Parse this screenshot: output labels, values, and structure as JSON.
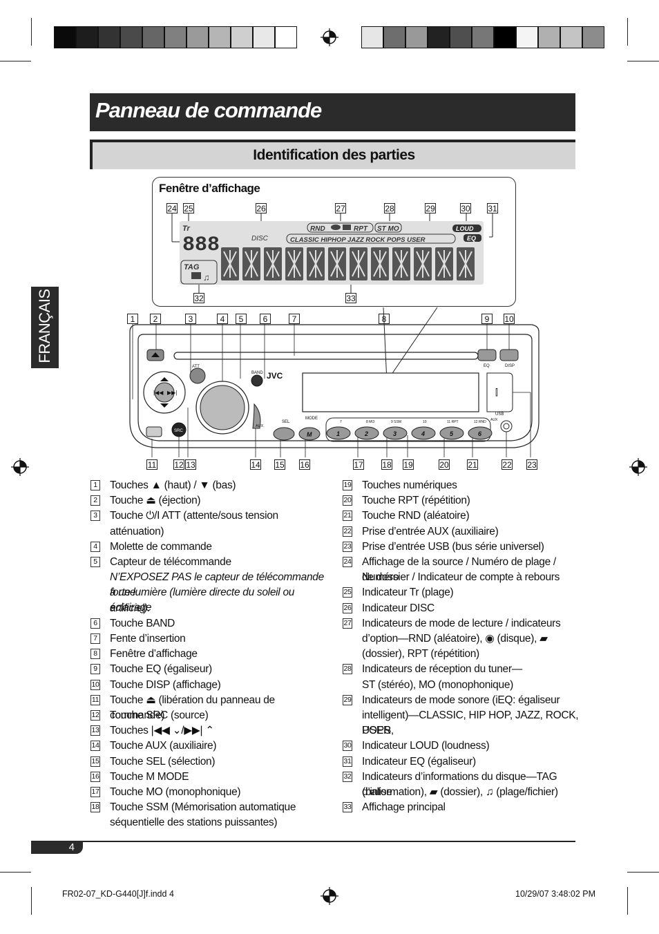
{
  "header": {
    "title": "Panneau de commande",
    "section": "Identification des parties",
    "side_tab": "FRANÇAIS"
  },
  "display_window": {
    "caption": "Fenêtre d’affichage",
    "callouts_top": [
      "24",
      "25",
      "26",
      "27",
      "28",
      "29",
      "30",
      "31"
    ],
    "callouts_bottom": [
      "32",
      "33"
    ],
    "lcd": {
      "tr": "Tr",
      "digits": "888",
      "disc": "DISC",
      "mode_row": "RND",
      "rpt": "RPT",
      "stmo": "ST MO",
      "loud": "LOUD",
      "eq": "EQ",
      "eq_modes": "CLASSIC HIPHOP JAZZ ROCK POPS USER",
      "tag": "TAG"
    }
  },
  "panel": {
    "callouts_top": [
      "1",
      "2",
      "3",
      "4",
      "5",
      "6",
      "7",
      "8",
      "9",
      "10"
    ],
    "callouts_bottom": [
      "11",
      "12",
      "13",
      "14",
      "15",
      "16",
      "17",
      "18",
      "19",
      "20",
      "21",
      "22",
      "23"
    ],
    "labels": {
      "att": "ATT",
      "band": "BAND",
      "brand": "JVC",
      "eq": "EQ",
      "disp": "DISP",
      "usb": "USB",
      "aux": "AUX",
      "sel": "SEL",
      "mode": "MODE",
      "src": "SRC",
      "m": "M",
      "numbers": [
        "1",
        "2",
        "3",
        "4",
        "5",
        "6"
      ],
      "number_subs": [
        "7",
        "8 MO",
        "9 SSM",
        "10",
        "11 RPT",
        "12 RND"
      ]
    }
  },
  "parts_left": [
    {
      "n": "1",
      "text": "Touches ▲ (haut) / ▼ (bas)"
    },
    {
      "n": "2",
      "text": "Touche ⏏ (éjection)"
    },
    {
      "n": "3",
      "text": "Touche  ⏻/I ATT (attente/sous tension"
    },
    {
      "n": "",
      "text": "atténuation)"
    },
    {
      "n": "4",
      "text": "Molette de commande"
    },
    {
      "n": "5",
      "text": "Capteur de télécommande"
    },
    {
      "n": "",
      "text": "N’EXPOSEZ PAS le capteur de télécommande à une",
      "italic": true
    },
    {
      "n": "",
      "text": "forte lumière (lumière directe du soleil ou éclairage",
      "italic": true
    },
    {
      "n": "",
      "text": "artificiel).",
      "italic": true
    },
    {
      "n": "6",
      "text": "Touche BAND"
    },
    {
      "n": "7",
      "text": "Fente d’insertion"
    },
    {
      "n": "8",
      "text": "Fenêtre d’affichage"
    },
    {
      "n": "9",
      "text": "Touche EQ (égaliseur)"
    },
    {
      "n": "10",
      "text": "Touche DISP (affichage)"
    },
    {
      "n": "11",
      "text": "Touche ⏏ (libération du panneau de commande)"
    },
    {
      "n": "12",
      "text": "Touche SRC (source)"
    },
    {
      "n": "13",
      "text": "Touches |◀◀ ⌄/▶▶| ⌃"
    },
    {
      "n": "14",
      "text": "Touche AUX (auxiliaire)"
    },
    {
      "n": "15",
      "text": "Touche SEL (sélection)"
    },
    {
      "n": "16",
      "text": "Touche M MODE"
    },
    {
      "n": "17",
      "text": "Touche MO (monophonique)"
    },
    {
      "n": "18",
      "text": "Touche SSM (Mémorisation automatique"
    },
    {
      "n": "",
      "text": "séquentielle des stations puissantes)"
    }
  ],
  "parts_right": [
    {
      "n": "19",
      "text": "Touches numériques"
    },
    {
      "n": "20",
      "text": "Touche RPT (répétition)"
    },
    {
      "n": "21",
      "text": "Touche RND (aléatoire)"
    },
    {
      "n": "22",
      "text": "Prise d’entrée AUX (auxiliaire)"
    },
    {
      "n": "23",
      "text": "Prise d’entrée USB (bus série universel)"
    },
    {
      "n": "24",
      "text": "Affichage de la source / Numéro de plage / Numéro"
    },
    {
      "n": "",
      "text": "de dossier / Indicateur de compte à rebours"
    },
    {
      "n": "25",
      "text": "Indicateur Tr (plage)"
    },
    {
      "n": "26",
      "text": "Indicateur DISC"
    },
    {
      "n": "27",
      "text": "Indicateurs de mode de lecture / indicateurs"
    },
    {
      "n": "",
      "text": "d’option—RND (aléatoire), ◉ (disque), ▰"
    },
    {
      "n": "",
      "text": "(dossier), RPT (répétition)"
    },
    {
      "n": "28",
      "text": "Indicateurs de réception du tuner—"
    },
    {
      "n": "",
      "text": "ST (stéréo), MO (monophonique)"
    },
    {
      "n": "29",
      "text": "Indicateurs de mode sonore (iEQ: égaliseur"
    },
    {
      "n": "",
      "text": "intelligent)—CLASSIC, HIP HOP, JAZZ, ROCK, POPS,"
    },
    {
      "n": "",
      "text": "USER"
    },
    {
      "n": "30",
      "text": "Indicateur LOUD (loudness)"
    },
    {
      "n": "31",
      "text": "Indicateur EQ (égaliseur)"
    },
    {
      "n": "32",
      "text": "Indicateurs d’informations du disque—TAG (balise"
    },
    {
      "n": "",
      "text": "d’information), ▰ (dossier), ♫ (plage/fichier)"
    },
    {
      "n": "33",
      "text": "Affichage principal"
    }
  ],
  "footer": {
    "page_number": "4",
    "slug_left": "FR02-07_KD-G440[J]f.indd   4",
    "slug_right": "10/29/07   3:48:02 PM"
  },
  "colors": {
    "dark_bar": "#2b2b2b",
    "section_bar": "#d4d4d4",
    "lcd_bg": "#e0e0e0"
  }
}
